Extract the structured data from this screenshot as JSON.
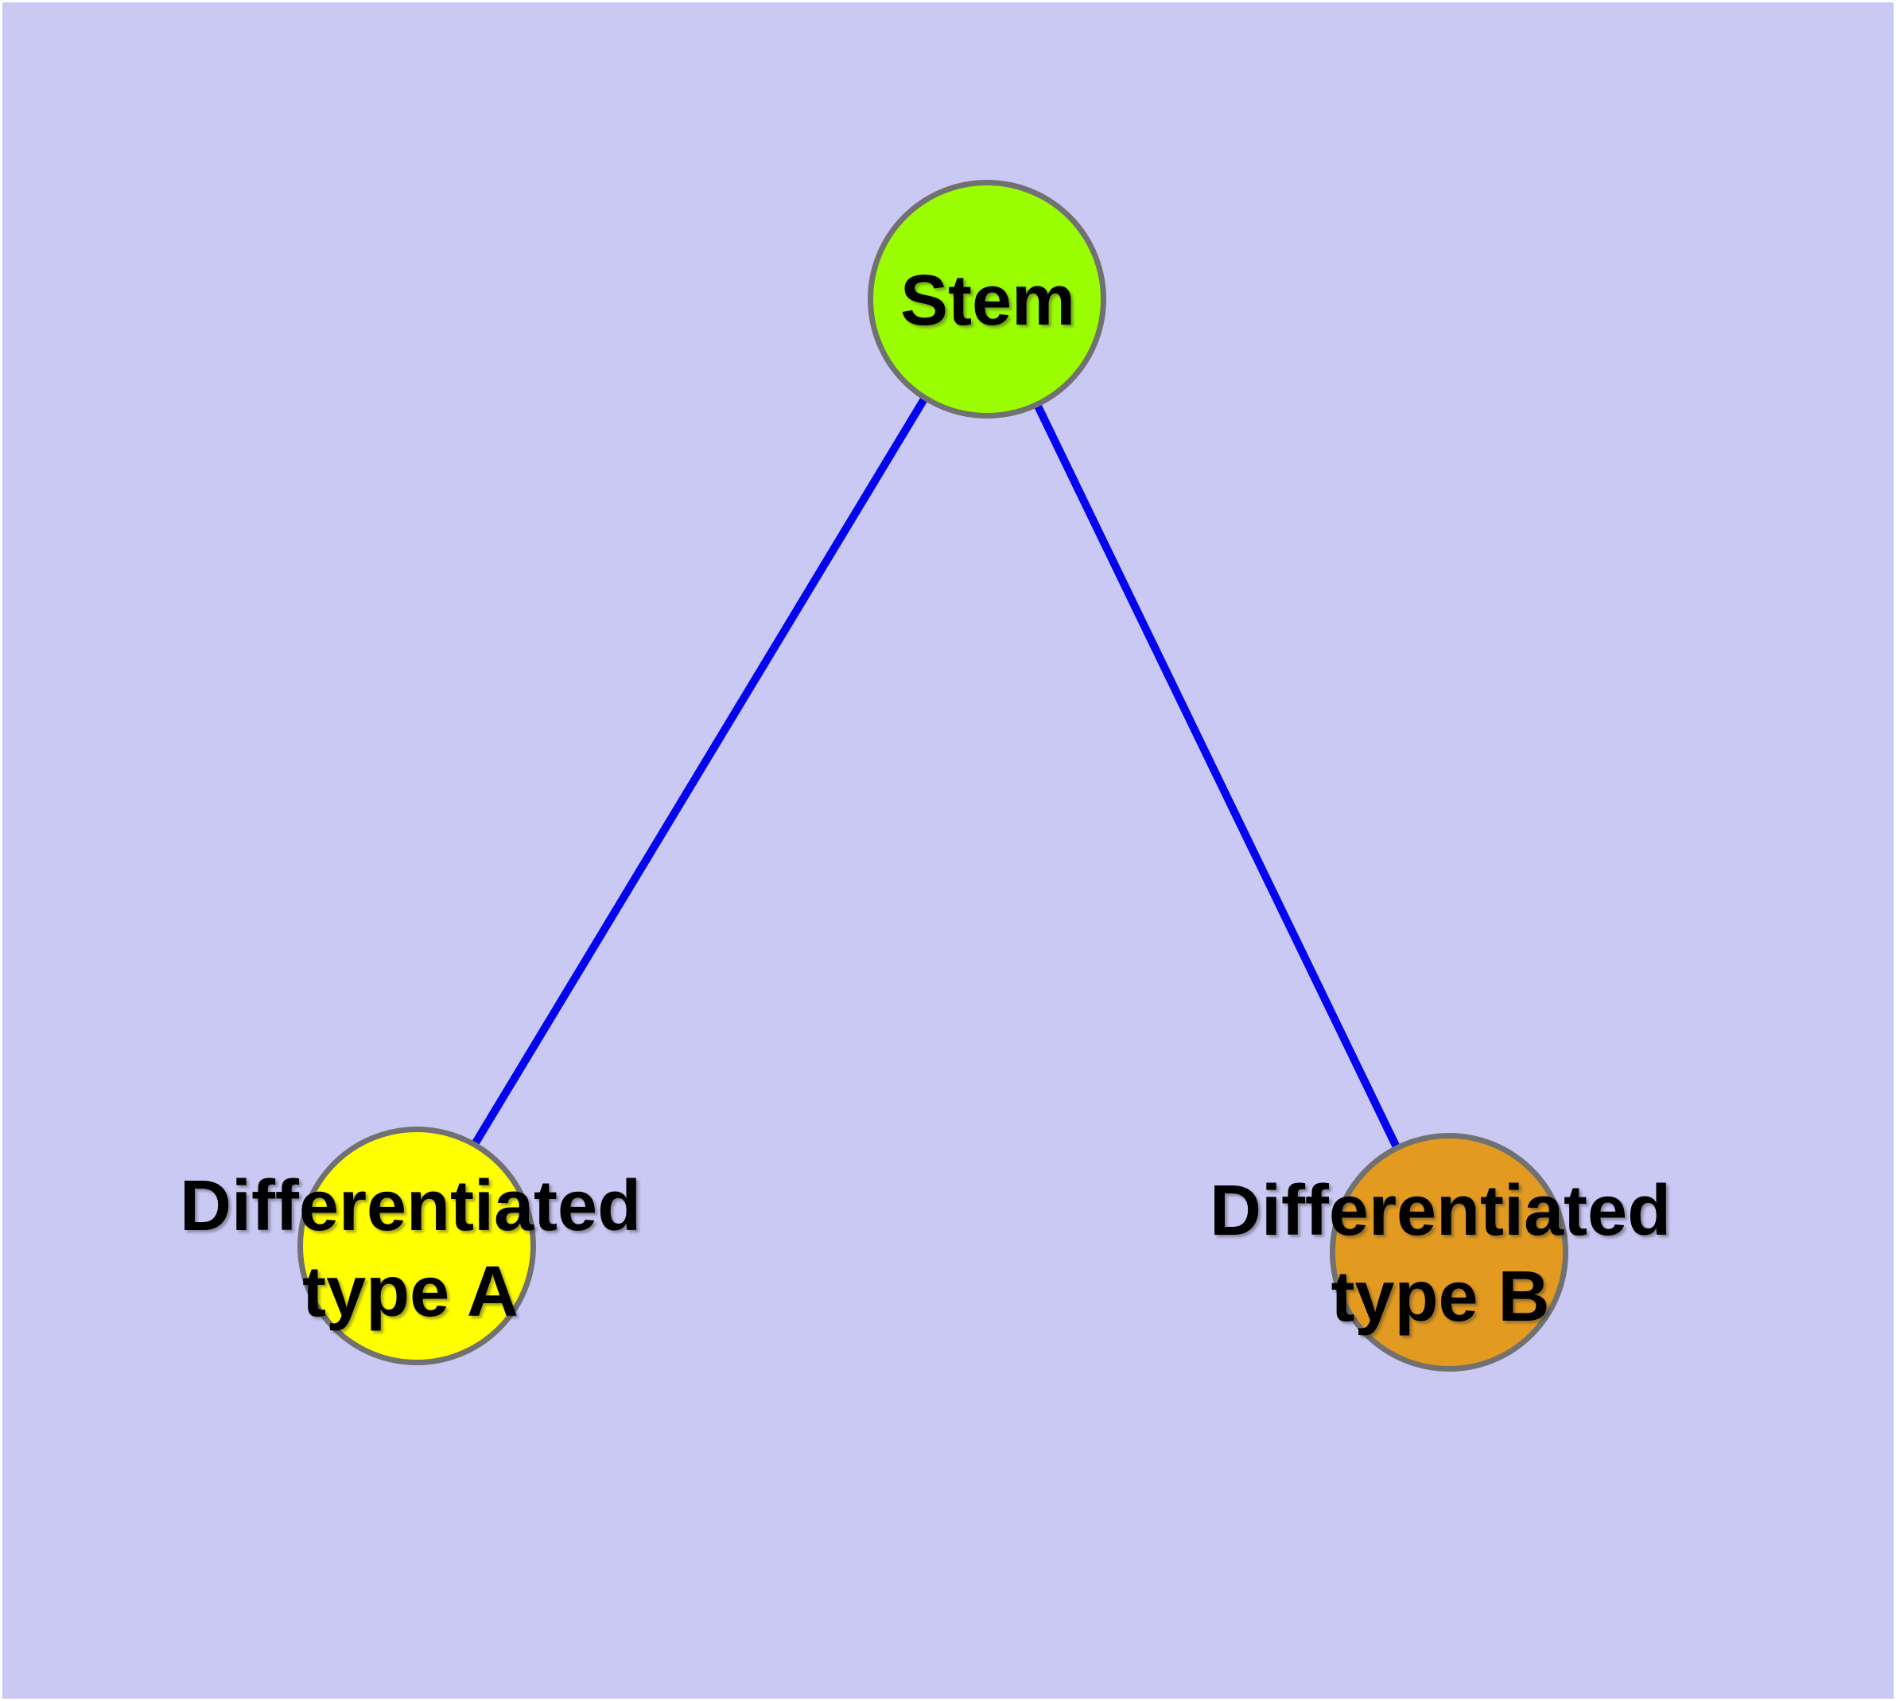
{
  "colors": {
    "frame": "#ffffff",
    "background": "#c9c9f4",
    "edge": "#0404ee",
    "node_border": "#717171",
    "label_text": "#000000",
    "stem_fill": "#9afd00",
    "type_a_fill": "#ffff00",
    "type_b_fill": "#e29a20"
  },
  "graph": {
    "nodes": [
      {
        "id": "stem",
        "label": "Stem"
      },
      {
        "id": "type-a",
        "label": "Differentiated\ntype A"
      },
      {
        "id": "type-b",
        "label": "Differentiated\ntype B"
      }
    ],
    "edges": [
      {
        "from": "stem",
        "to": "type-a"
      },
      {
        "from": "stem",
        "to": "type-b"
      }
    ]
  }
}
